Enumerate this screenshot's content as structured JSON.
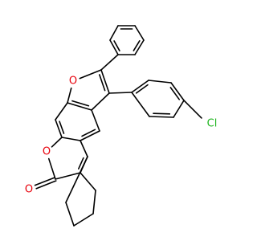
{
  "molecule": {
    "atoms": {
      "furan_oxygen": "O",
      "chromenone_ring_oxygen": "O",
      "carbonyl_oxygen": "O",
      "chlorine": "Cl"
    },
    "colors": {
      "bond": "#000000",
      "oxygen": "#e8000b",
      "chlorine": "#1fb51f",
      "background": "#ffffff"
    }
  }
}
